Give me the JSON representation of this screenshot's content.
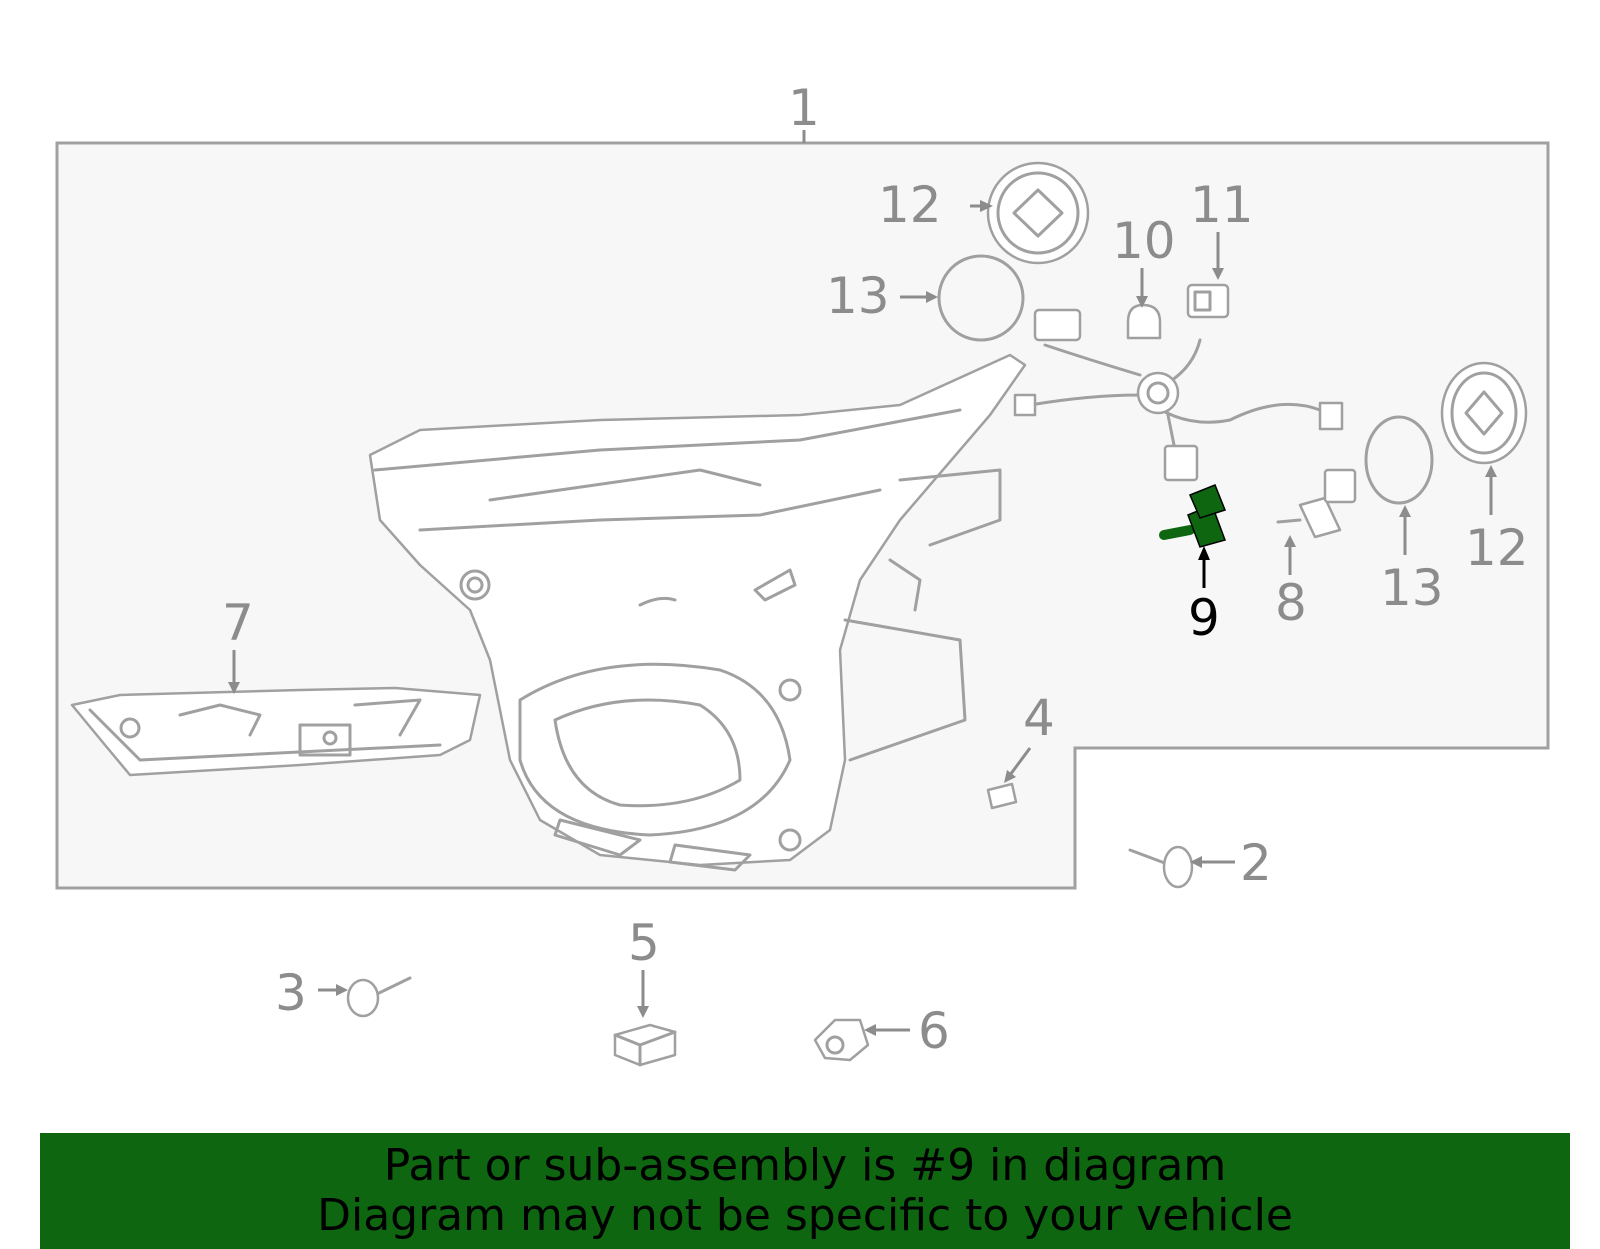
{
  "diagram": {
    "highlight_color": "#0e6610",
    "callouts": [
      {
        "id": "c1",
        "text": "1"
      },
      {
        "id": "c2",
        "text": "2"
      },
      {
        "id": "c3",
        "text": "3"
      },
      {
        "id": "c4",
        "text": "4"
      },
      {
        "id": "c5",
        "text": "5"
      },
      {
        "id": "c6",
        "text": "6"
      },
      {
        "id": "c7",
        "text": "7"
      },
      {
        "id": "c8",
        "text": "8"
      },
      {
        "id": "c9",
        "text": "9"
      },
      {
        "id": "c10",
        "text": "10"
      },
      {
        "id": "c11",
        "text": "11"
      },
      {
        "id": "c12a",
        "text": "12"
      },
      {
        "id": "c12b",
        "text": "12"
      },
      {
        "id": "c13a",
        "text": "13"
      },
      {
        "id": "c13b",
        "text": "13"
      }
    ]
  },
  "banner": {
    "line1": "Part or sub-assembly is #9 in diagram",
    "line2": "Diagram may not be specific to your vehicle",
    "background": "#0e6610"
  }
}
